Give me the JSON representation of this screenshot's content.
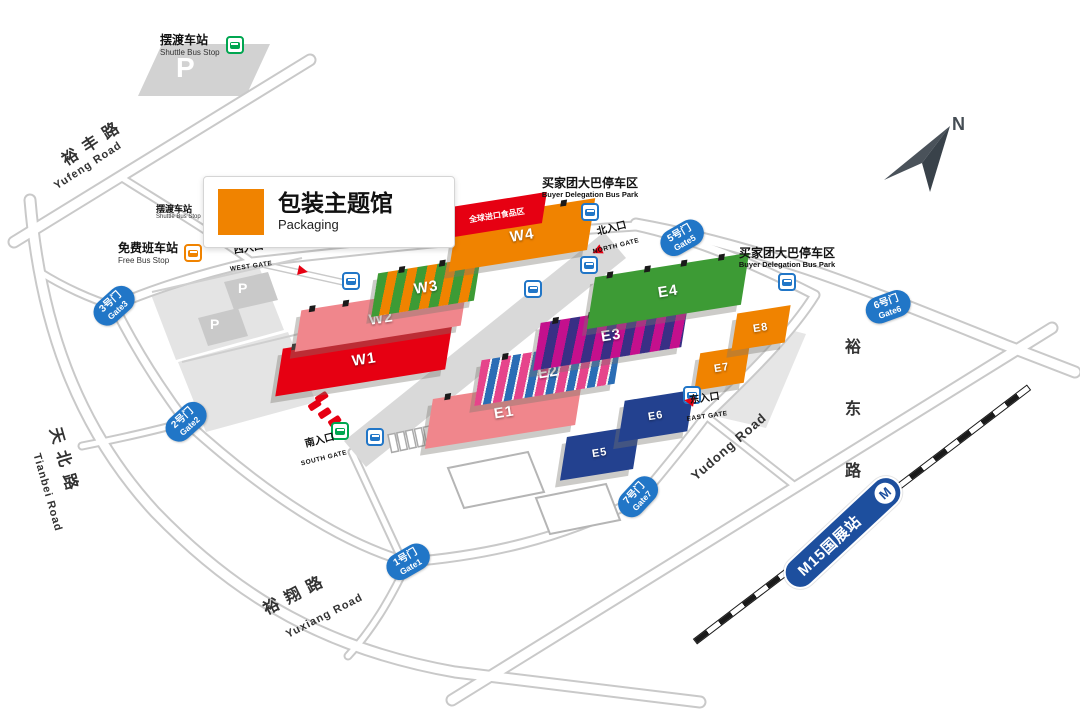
{
  "legend": {
    "title_zh": "包装主题馆",
    "title_en": "Packaging"
  },
  "compass": {
    "n": "N"
  },
  "roads": {
    "yufeng": {
      "zh": "裕丰路",
      "en": "Yufeng Road"
    },
    "tianbei": {
      "zh": "天北路",
      "en": "Tianbei Road"
    },
    "yuxiang": {
      "zh": "裕翔路",
      "en": "Yuxiang Road"
    },
    "yudong": {
      "zh": "裕东路",
      "en": "Yudong Road"
    }
  },
  "halls": {
    "w1": "W1",
    "w2": "W2",
    "w3": "W3",
    "w4": "W4",
    "e1": "E1",
    "e2": "E2",
    "e3": "E3",
    "e4": "E4",
    "e5": "E5",
    "e6": "E6",
    "e7": "E7",
    "e8": "E8"
  },
  "banner_w4": {
    "label": "全球进口食品区"
  },
  "gates": {
    "g1": {
      "zh": "1号门",
      "en": "Gate1"
    },
    "g2": {
      "zh": "2号门",
      "en": "Gate2"
    },
    "g3": {
      "zh": "3号门",
      "en": "Gate3"
    },
    "g5": {
      "zh": "5号门",
      "en": "Gate5"
    },
    "g6": {
      "zh": "6号门",
      "en": "Gate6"
    },
    "g7": {
      "zh": "7号门",
      "en": "Gate7"
    }
  },
  "entrances": {
    "west": {
      "zh": "西入口",
      "en": "WEST GATE"
    },
    "south": {
      "zh": "南入口",
      "en": "SOUTH GATE"
    },
    "north": {
      "zh": "北入口",
      "en": "NORTH GATE"
    },
    "east": {
      "zh": "东入口",
      "en": "EAST GATE"
    }
  },
  "transit": {
    "shuttle": {
      "zh": "摆渡车站",
      "en": "Shuttle Bus Stop"
    },
    "free": {
      "zh": "免费班车站",
      "en": "Free Bus Stop"
    },
    "buyer_north": {
      "zh": "买家团大巴停车区",
      "en": "Buyer Delegation Bus Park"
    },
    "buyer_east": {
      "zh": "买家团大巴停车区",
      "en": "Buyer Delegation Bus Park"
    },
    "metro": {
      "label": "M15国展站",
      "logo": "M"
    }
  },
  "parking": {
    "p": "P"
  },
  "colors": {
    "red": "#e60012",
    "pink": "#f0868c",
    "orange": "#f08300",
    "green": "#3d9b35",
    "navy": "#23418f",
    "stripe-pink": "#e6448b",
    "stripe-blue": "#2a6db5",
    "stripe-magenta": "#c4108d",
    "stripe-purple": "#392f85",
    "gate-blue": "#2176c7",
    "metro-blue": "#1d4f9e",
    "bus-green": "#00a650",
    "road-gray": "#c9c9c9",
    "block-gray": "#e4e4e4",
    "dark-gray": "#4a525a"
  }
}
